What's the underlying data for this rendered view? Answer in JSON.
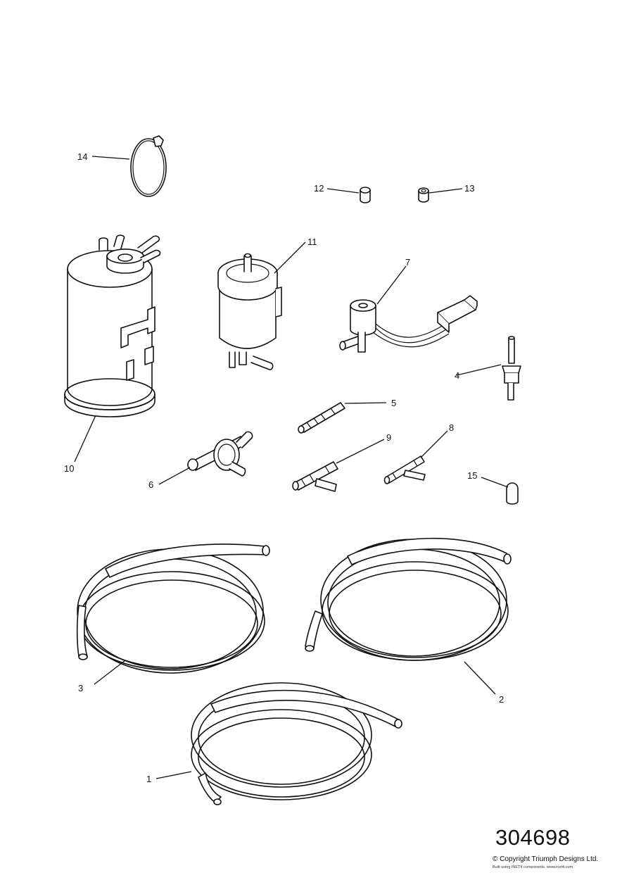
{
  "diagram_number": "304698",
  "copyright": "© Copyright Triumph Designs Ltd.",
  "built_using": "Built using INET4 components. www.inet4.com",
  "callouts": [
    "1",
    "2",
    "3",
    "4",
    "5",
    "6",
    "7",
    "8",
    "9",
    "10",
    "11",
    "12",
    "13",
    "14",
    "15"
  ]
}
